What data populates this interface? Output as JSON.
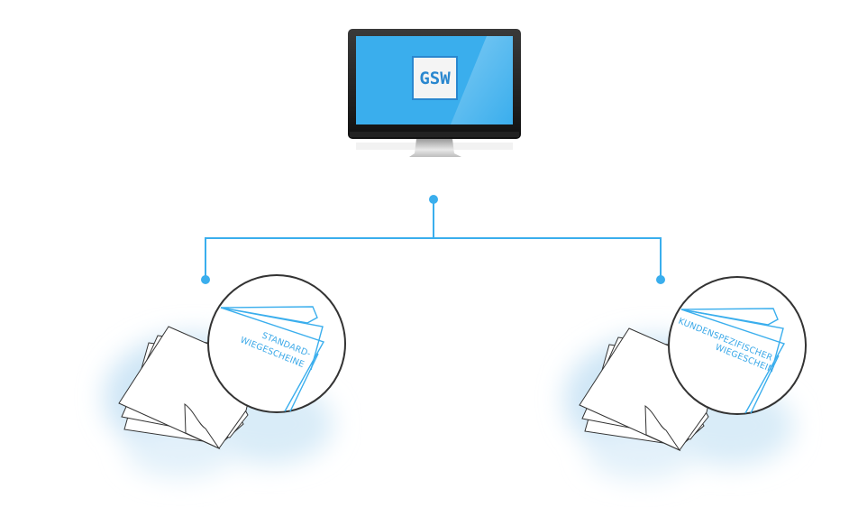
{
  "monitor": {
    "logo_text": "GSW",
    "screen_color": "#3aaeed"
  },
  "colors": {
    "connector": "#3aaeed",
    "label": "#3aa8e8",
    "blob": "#cfe6f6"
  },
  "branches": [
    {
      "label_line1": "STANDARD-",
      "label_line2": "WIEGESCHEINE"
    },
    {
      "label_line1": "KUNDENSPEZIFISCHER",
      "label_line2": "WIEGESCHEIN"
    }
  ]
}
